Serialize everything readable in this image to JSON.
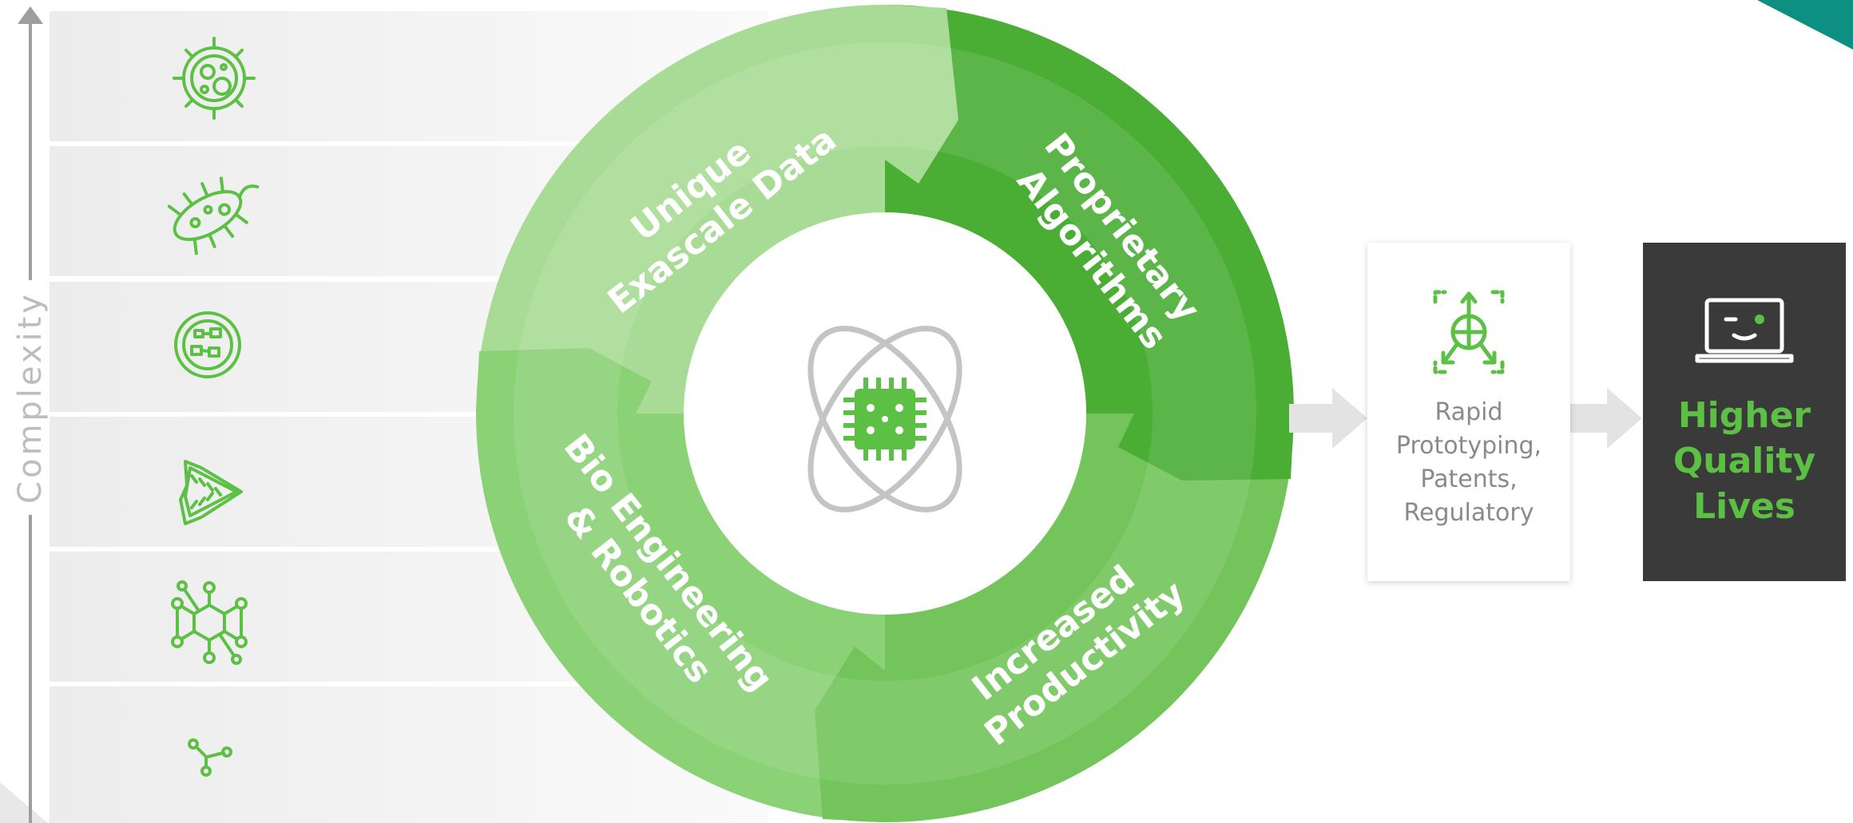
{
  "axis": {
    "label": "Complexity"
  },
  "complexity_levels": [
    {
      "icon": "cell-icon"
    },
    {
      "icon": "bacterium-icon"
    },
    {
      "icon": "organelle-icon"
    },
    {
      "icon": "protein-icon"
    },
    {
      "icon": "molecule-network-icon"
    },
    {
      "icon": "small-molecule-icon"
    }
  ],
  "cycle": {
    "center_icon": "atom-chip-icon",
    "segments": [
      {
        "lines": [
          "Unique",
          "Exascale Data"
        ]
      },
      {
        "lines": [
          "Proprietary",
          "Algorithms"
        ]
      },
      {
        "lines": [
          "Increased",
          "Productivity"
        ]
      },
      {
        "lines": [
          "Bio Engineering",
          "& Robotics"
        ]
      }
    ]
  },
  "outputs": {
    "box1": {
      "icon": "prototype-robot-icon",
      "label": "Rapid\nPrototyping,\nPatents,\nRegulatory"
    },
    "box2": {
      "icon": "laptop-face-icon",
      "label": "Higher\nQuality\nLives"
    }
  },
  "colors": {
    "green_main": "#5cc044",
    "green_light": "#a8dc96",
    "green_mid": "#7fcc68",
    "green_dark": "#43a82d",
    "dark_box": "#3a3a3a",
    "corner_accent": "#0d8f82"
  }
}
